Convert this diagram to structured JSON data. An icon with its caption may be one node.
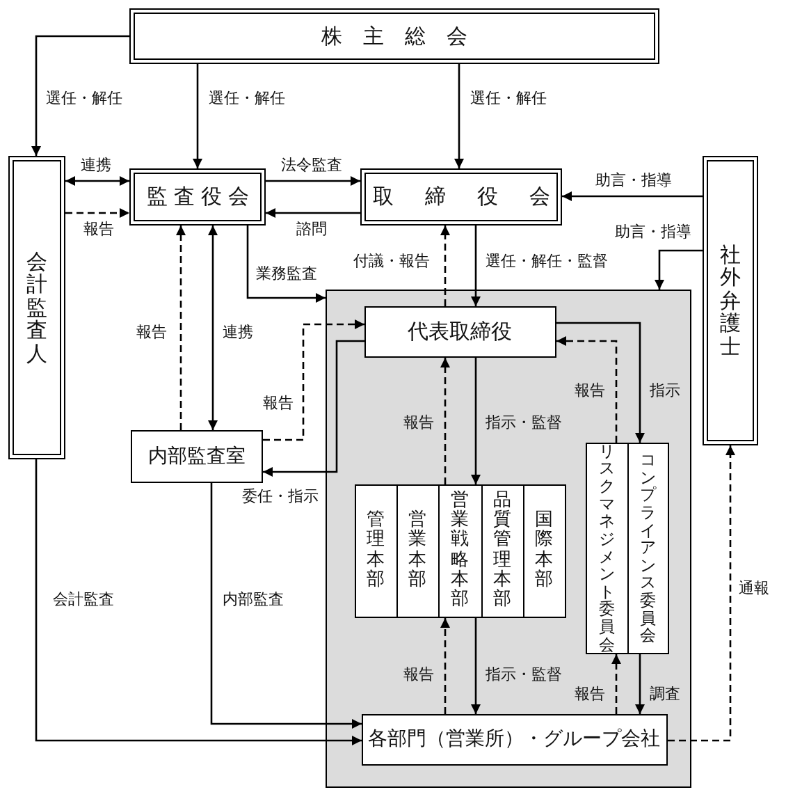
{
  "diagram": {
    "nodes": [
      {
        "text": [
          "株主総会"
        ]
      },
      {
        "text": [
          "会計監査人"
        ]
      },
      {
        "text": [
          "監査役会"
        ]
      },
      {
        "text": [
          "取締役会"
        ]
      },
      {
        "text": [
          "社外弁護士"
        ]
      },
      {
        "text": [],
        "shape": "box"
      },
      {
        "text": [
          "代表取締役"
        ],
        "in": 5
      },
      {
        "text": [
          "内部監査室"
        ]
      },
      {
        "text": [
          "管理本部"
        ],
        "in": 5
      },
      {
        "text": [
          "営業本部"
        ],
        "in": 5
      },
      {
        "text": [
          "営業戦略本部"
        ],
        "in": 5
      },
      {
        "text": [
          "品質管理本部"
        ],
        "in": 5
      },
      {
        "text": [
          "国際本部"
        ],
        "in": 5
      },
      {
        "text": [
          "リスクマネジメント委員会"
        ],
        "in": 5
      },
      {
        "text": [
          "コンプライアンス委員会"
        ],
        "in": 5
      },
      {
        "text": [
          "各部門（営業所）・グループ会社"
        ],
        "in": 5
      }
    ],
    "edges": [
      {
        "from": 0,
        "to": 1,
        "arrow": "to",
        "label": "選任・解任"
      },
      {
        "from": 0,
        "to": 2,
        "arrow": "to",
        "label": "選任・解任"
      },
      {
        "from": 0,
        "to": 3,
        "arrow": "to",
        "label": "選任・解任"
      },
      {
        "from": 1,
        "to": 2,
        "arrow": "both",
        "label": "連携"
      },
      {
        "from": 1,
        "to": 2,
        "arrow": "to",
        "label": "報告",
        "style": "dashed"
      },
      {
        "from": 2,
        "to": 3,
        "arrow": "to",
        "label": "法令監査"
      },
      {
        "from": 3,
        "to": 2,
        "arrow": "to",
        "label": "諮問"
      },
      {
        "from": 4,
        "to": 3,
        "arrow": "to",
        "label": "助言・指導"
      },
      {
        "from": 4,
        "to": 5,
        "arrow": "to",
        "label": "助言・指導"
      },
      {
        "from": 2,
        "to": 5,
        "arrow": "to",
        "label": "業務監査"
      },
      {
        "from": 6,
        "to": 3,
        "arrow": "to",
        "label": "付議・報告",
        "style": "dashed"
      },
      {
        "from": 3,
        "to": 6,
        "arrow": "to",
        "label": "選任・解任・監督"
      },
      {
        "from": 7,
        "to": 2,
        "arrow": "to",
        "label": "報告",
        "style": "dashed"
      },
      {
        "from": 2,
        "to": 7,
        "arrow": "both",
        "label": "連携"
      },
      {
        "from": 7,
        "to": 6,
        "arrow": "to",
        "label": "報告",
        "style": "dashed"
      },
      {
        "from": 6,
        "to": 7,
        "arrow": "to",
        "label": "委任・指示"
      },
      {
        "from": 6,
        "to": 14,
        "arrow": "to",
        "label": "指示"
      },
      {
        "from": 13,
        "to": 6,
        "arrow": "to",
        "label": "報告",
        "style": "dashed"
      },
      {
        "from": 10,
        "to": 6,
        "arrow": "to",
        "label": "報告",
        "style": "dashed"
      },
      {
        "from": 6,
        "to": 10,
        "arrow": "to",
        "label": "指示・監督"
      },
      {
        "from": 15,
        "to": 10,
        "arrow": "to",
        "label": "報告",
        "style": "dashed"
      },
      {
        "from": 10,
        "to": 15,
        "arrow": "to",
        "label": "指示・監督"
      },
      {
        "from": 15,
        "to": 13,
        "arrow": "to",
        "label": "報告",
        "style": "dashed"
      },
      {
        "from": 14,
        "to": 15,
        "arrow": "to",
        "label": "調査"
      },
      {
        "from": 1,
        "to": 15,
        "arrow": "to",
        "label": "会計監査"
      },
      {
        "from": 7,
        "to": 15,
        "arrow": "to",
        "label": "内部監査"
      },
      {
        "from": 15,
        "to": 4,
        "arrow": "to",
        "label": "通報",
        "style": "dashed"
      }
    ]
  }
}
